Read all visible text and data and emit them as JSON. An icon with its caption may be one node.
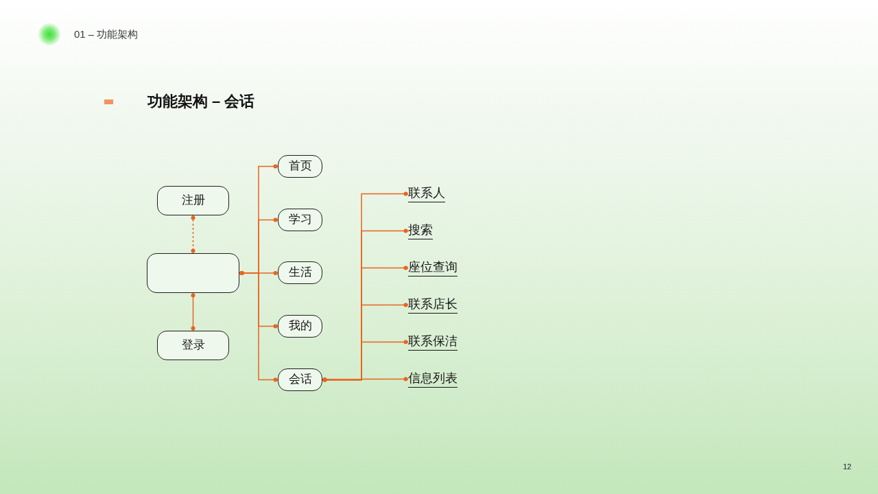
{
  "diagram": {
    "title": "功能架构 – 会话",
    "nodes": [
      {
        "text": [
          "注册"
        ]
      },
      {
        "text": [],
        "shape": "box"
      },
      {
        "text": [
          "登录"
        ]
      },
      {
        "text": [
          "首页"
        ]
      },
      {
        "text": [
          "学习"
        ]
      },
      {
        "text": [
          "生活"
        ]
      },
      {
        "text": [
          "我的"
        ]
      },
      {
        "text": [
          "会话"
        ]
      },
      {
        "text": [
          "联系人"
        ]
      },
      {
        "text": [
          "搜索"
        ]
      },
      {
        "text": [
          "座位查询"
        ]
      },
      {
        "text": [
          "联系店长"
        ]
      },
      {
        "text": [
          "联系保洁"
        ]
      },
      {
        "text": [
          "信息列表"
        ]
      }
    ],
    "edges": [
      {
        "from": 0,
        "to": 1,
        "arrow": "other",
        "style": "dashed"
      },
      {
        "from": 1,
        "to": 2,
        "arrow": "other"
      },
      {
        "from": 1,
        "to": 3,
        "arrow": "other"
      },
      {
        "from": 1,
        "to": 4,
        "arrow": "other"
      },
      {
        "from": 1,
        "to": 5,
        "arrow": "other"
      },
      {
        "from": 1,
        "to": 6,
        "arrow": "other"
      },
      {
        "from": 1,
        "to": 7,
        "arrow": "other"
      },
      {
        "from": 7,
        "to": 8,
        "arrow": "other"
      },
      {
        "from": 7,
        "to": 9,
        "arrow": "other"
      },
      {
        "from": 7,
        "to": 10,
        "arrow": "other"
      },
      {
        "from": 7,
        "to": 11,
        "arrow": "other"
      },
      {
        "from": 7,
        "to": 12,
        "arrow": "other"
      },
      {
        "from": 7,
        "to": 13,
        "arrow": "other"
      }
    ],
    "labels": [
      "01 – 功能架构",
      "12"
    ]
  }
}
